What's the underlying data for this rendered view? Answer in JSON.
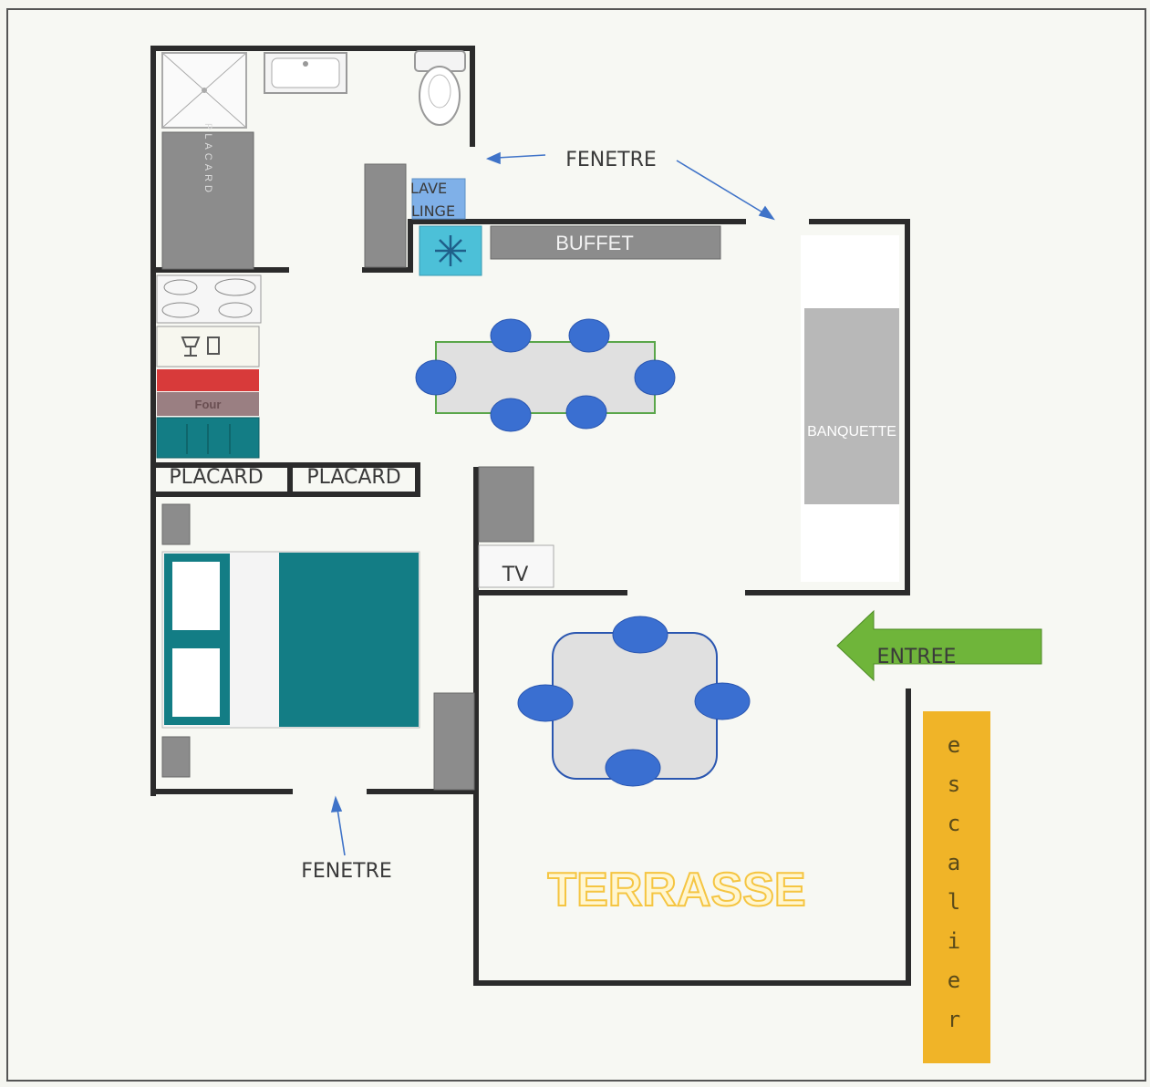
{
  "labels": {
    "window_top": "FENETRE",
    "window_bottom": "FENETRE",
    "washing_machine_line1": "LAVE",
    "washing_machine_line2": "LINGE",
    "buffet": "BUFFET",
    "bench": "BANQUETTE",
    "cupboard_left": "PLACARD",
    "cupboard_right": "PLACARD",
    "cupboard_vertical": "PLACARD",
    "oven": "Four",
    "tv": "TV",
    "entrance": "ENTREE",
    "terrace": "TERRASSE",
    "stairs": "escalier"
  },
  "colors": {
    "wall": "#2b2b2b",
    "chair": "#3a6fd1",
    "table": "#e0e0e0",
    "bed": "#137d85",
    "furniture_grey": "#8c8c8c",
    "bench": "#b8b8b8",
    "fridge": "#4cc0d8",
    "washer": "#7fb0e8",
    "entrance_arrow": "#6fb53a",
    "stairs": "#f0b428",
    "terrace_text": "#f5c542",
    "arrow": "#3f73c8",
    "fire_red": "#d83a3a",
    "oven_brown": "#9a7f82"
  },
  "icons": [
    "shower-icon",
    "sink-icon",
    "toilet-icon",
    "snowflake-icon",
    "stove-icon",
    "dishwasher-icon"
  ]
}
